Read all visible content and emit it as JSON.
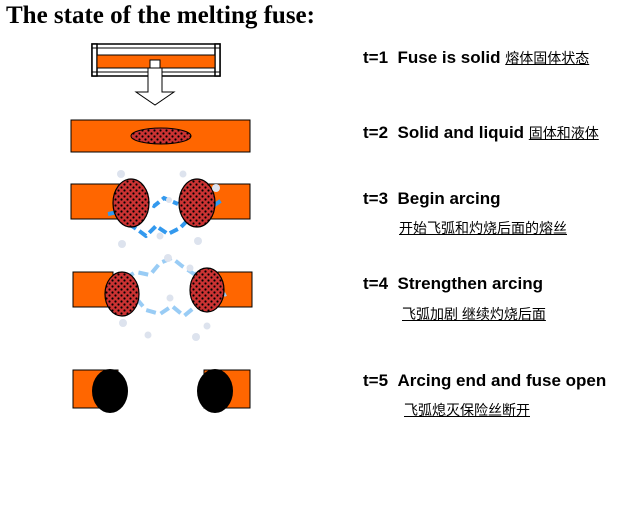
{
  "title": "The state of the melting fuse:",
  "colors": {
    "fuse_body": "#ff6600",
    "molten_metal": "#cc3333",
    "arc_dark": "#3399ee",
    "arc_light": "#99ccf5",
    "droplet": "#dde3ee",
    "end_blob": "#000000"
  },
  "steps": [
    {
      "time": "t=1",
      "text": "Fuse is solid",
      "chinese": "熔体固体状态"
    },
    {
      "time": "t=2",
      "text": "Solid and liquid",
      "chinese": "固体和液体"
    },
    {
      "time": "t=3",
      "text": "Begin arcing",
      "chinese": "开始飞弧和灼烧后面的熔丝"
    },
    {
      "time": "t=4",
      "text": "Strengthen arcing",
      "chinese": "飞弧加剧 继续灼烧后面"
    },
    {
      "time": "t=5",
      "text": "Arcing end and fuse open",
      "chinese": "飞弧熄灭保险丝断开"
    }
  ]
}
